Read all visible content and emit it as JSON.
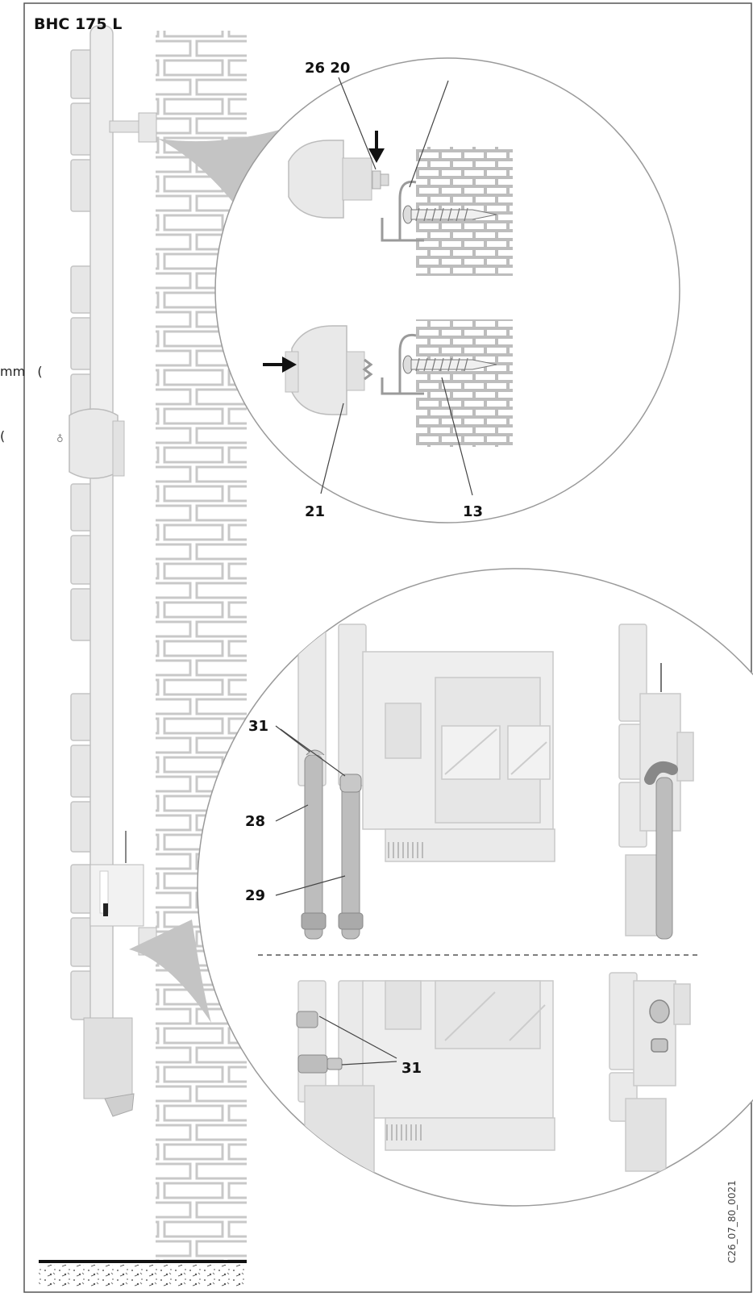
{
  "title": "BHC 175 L",
  "margin_text": {
    "line1": "mm   (",
    "line2": "("
  },
  "labels": {
    "l26_20": "26 20",
    "l21": "21",
    "l13": "13",
    "l31_top": "31",
    "l28": "28",
    "l29": "29",
    "l31_bottom": "31"
  },
  "drawing_code": "C26_07_80_0021",
  "colors": {
    "frame": "#555555",
    "part_fill": "#e4e4e4",
    "part_stroke": "#b8b8b8",
    "brick_stroke": "#c8c8c8",
    "callout_fill": "#c4c4c4",
    "pipe_fill": "#bdbdbd",
    "ink": "#111111"
  }
}
